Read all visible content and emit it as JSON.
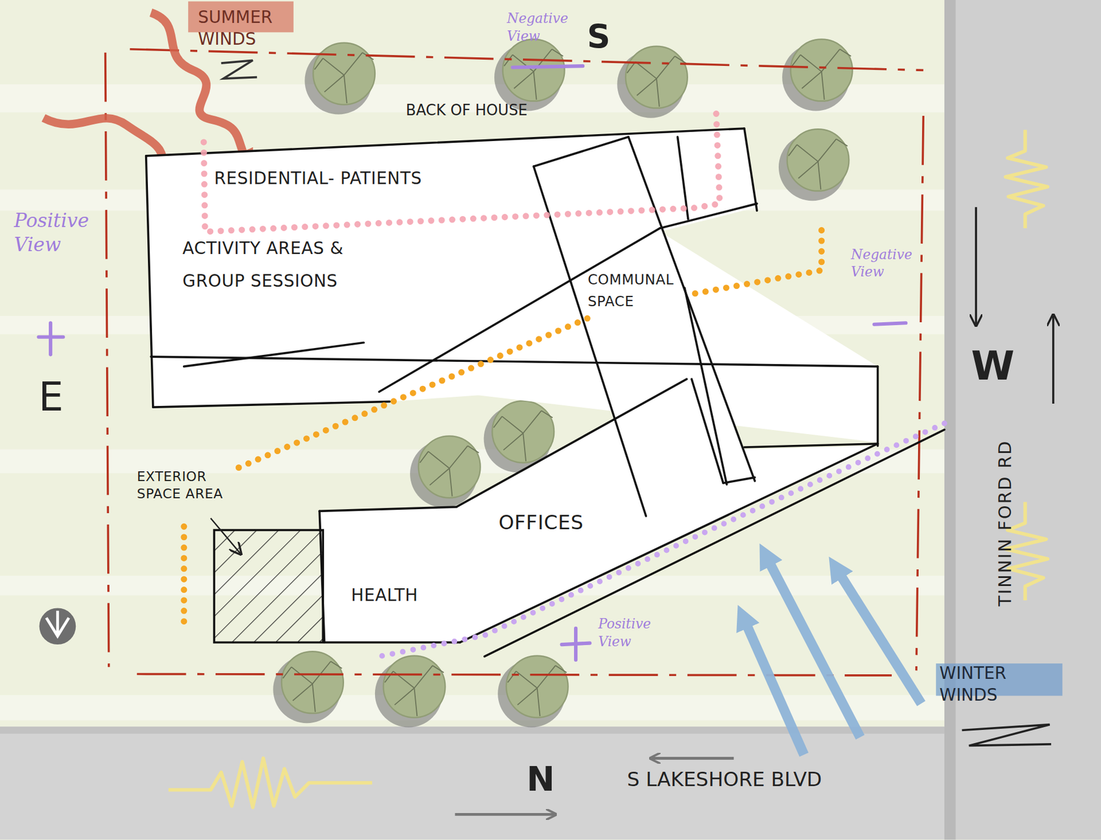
{
  "diagram": {
    "nodes": [
      {
        "text": [
          "RESIDENTIAL- PATIENTS",
          "ACTIVITY AREAS & GROUP SESSIONS"
        ]
      },
      {
        "text": [
          "COMMUNAL SPACE"
        ]
      },
      {
        "text": [
          "OFFICES",
          "HEALTH"
        ]
      },
      {
        "text": [
          "EXTERIOR SPACE AREA"
        ]
      }
    ],
    "edges": [
      {
        "from": 3,
        "to": 1,
        "arrow": "none"
      }
    ],
    "labels": [
      "SUMMER WINDS",
      "Negative View",
      "S",
      "BACK OF HOUSE",
      "Positive View",
      "E",
      "Negative View",
      "W",
      "TINNIN FORD RD",
      "Positive View",
      "WINTER WINDS",
      "N",
      "S LAKESHORE BLVD"
    ]
  }
}
